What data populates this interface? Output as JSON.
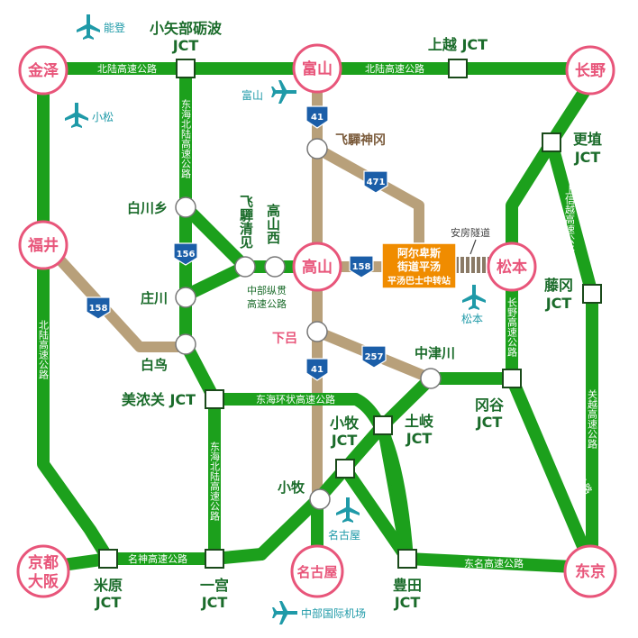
{
  "cities": {
    "kanazawa": "金泽",
    "toyama": "富山",
    "nagano": "长野",
    "fukui": "福井",
    "takayama": "高山",
    "matsumoto": "松本",
    "kyoto_osaka_1": "京都",
    "kyoto_osaka_2": "大阪",
    "nagoya": "名古屋",
    "tokyo": "东京"
  },
  "jct": {
    "oyabe_1": "小矢部砺波",
    "oyabe_2": "JCT",
    "joetsu": "上越 JCT",
    "koshoku_1": "更埴",
    "koshoku_2": "JCT",
    "okaya_1": "冈谷",
    "okaya_2": "JCT",
    "fujioka_1": "藤冈",
    "fujioka_2": "JCT",
    "mino": "美浓关 JCT",
    "komaki_1": "小牧",
    "komaki_2": "JCT",
    "toki_1": "土岐",
    "toki_2": "JCT",
    "maibara_1": "米原",
    "maibara_2": "JCT",
    "ichinomiya_1": "一宫",
    "ichinomiya_2": "JCT",
    "toyota_1": "豊田",
    "toyota_2": "JCT"
  },
  "places": {
    "shirakawago": "白川乡",
    "hida_kiyomi": "飞驒清见",
    "takayama_nishi": "高山西",
    "shokawa": "庄川",
    "shirotori": "白鸟",
    "hida_kamioka": "飞驒神冈",
    "gero": "下吕",
    "nakatsugawa": "中津川",
    "komaki": "小牧"
  },
  "airports": {
    "noto": "能登",
    "komatsu": "小松",
    "toyama": "富山",
    "matsumoto": "松本",
    "nagoya": "名古屋",
    "chubu": "中部国际机场"
  },
  "highways": {
    "hokuriku_top_left": "北陆高速公路",
    "hokuriku_top_right": "北陆高速公路",
    "hokuriku_left": "北陆高速公路",
    "tokai_hokuriku_top": "东海北陆高速公路",
    "tokai_hokuriku_bottom": "东海北陆高速公路",
    "joshinetsu": "上信越高速公路",
    "kanetsu": "关越高速公路",
    "nagano": "长野高速公路",
    "chuo": "中央高速公路",
    "tokai_loop": "东海环状高速公路",
    "meishin": "名神高速公路",
    "tomei": "东名高速公路",
    "chubu_jukan_1": "中部纵贯",
    "chubu_jukan_2": "高速公路"
  },
  "routes": {
    "r41_top": "41",
    "r471": "471",
    "r156": "156",
    "r158_left": "158",
    "r158_right": "158",
    "r257": "257",
    "r41_mid": "41"
  },
  "terminal": {
    "line1": "阿尔卑斯",
    "line2": "街道平汤",
    "line3": "平汤巴士中转站"
  },
  "tunnel": "安房隧道",
  "colors": {
    "highway": "#1ca01c",
    "local": "#b8a07a",
    "city": "#e8557a",
    "airport": "#1f9aa8",
    "terminal": "#f08c00",
    "route_shield": "#1b5ea8"
  }
}
